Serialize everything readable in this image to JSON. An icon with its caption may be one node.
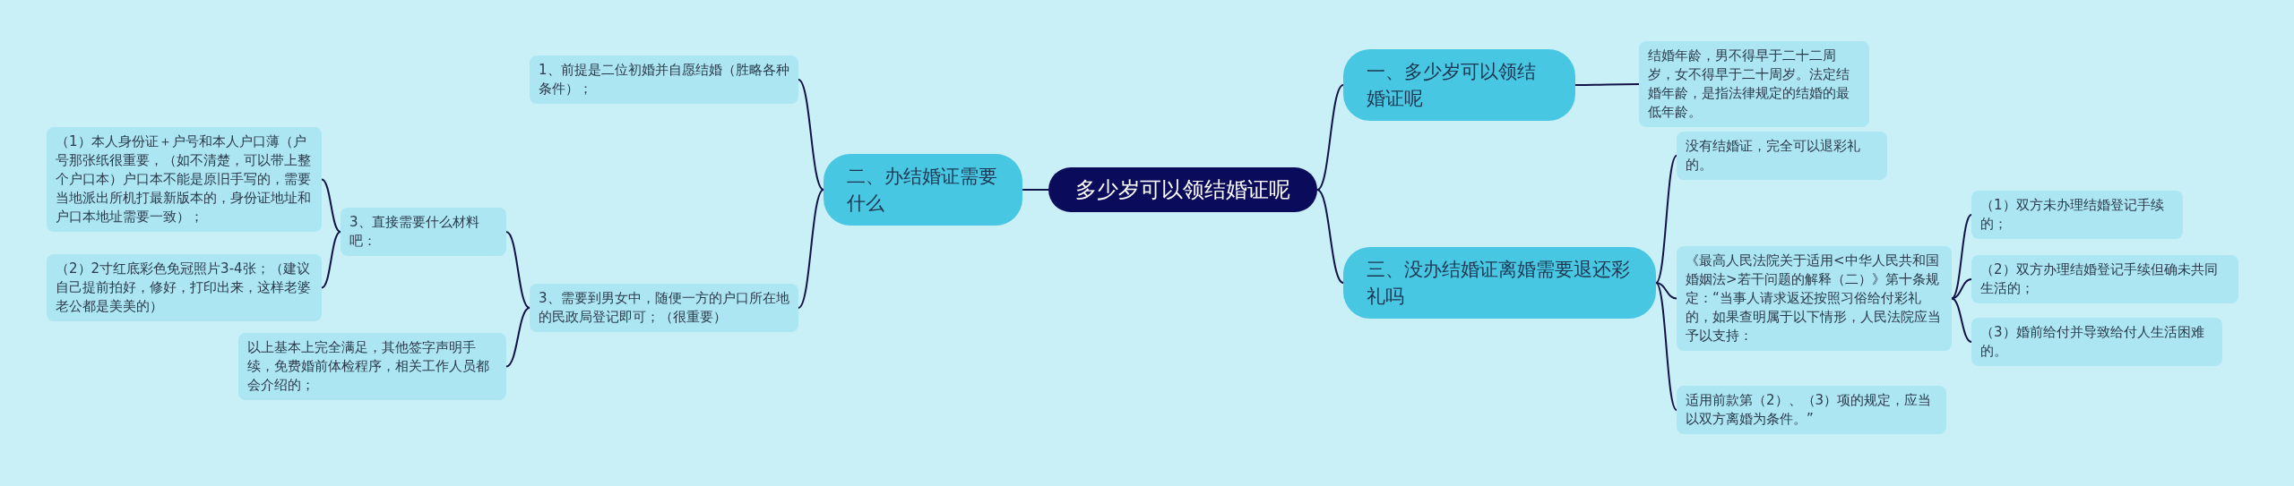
{
  "diagram": {
    "nodes": [
      {
        "text": [
          "多少岁可以领结婚证呢"
        ]
      },
      {
        "text": [
          "二、办结婚证需要什么"
        ]
      },
      {
        "text": [
          "1、前提是二位初婚并自愿结婚（胜略各种条件）；"
        ]
      },
      {
        "text": [
          "3、需要到男女中，随便一方的户口所在地的民政局登记即可；（很重要）"
        ]
      },
      {
        "text": [
          "3、直接需要什么材料吧："
        ]
      },
      {
        "text": [
          "（1）本人身份证＋户号和本人户口薄（户号那张纸很重要，（如不清楚，可以带上整个户口本）户口本不能是原旧手写的，需要当地派出所机打最新版本的，身份证地址和户口本地址需要一致）；"
        ]
      },
      {
        "text": [
          "（2）2寸红底彩色免冠照片3-4张；（建议自己提前拍好，修好，打印出来，这样老婆老公都是美美的）"
        ]
      },
      {
        "text": [
          "以上基本上完全满足，其他签字声明手续，免费婚前体检程序，相关工作人员都会介绍的；"
        ]
      },
      {
        "text": [
          "一、多少岁可以领结婚证呢"
        ]
      },
      {
        "text": [
          "结婚年龄，男不得早于二十二周岁，女不得早于二十周岁。法定结婚年龄，是指法律规定的结婚的最低年龄。"
        ]
      },
      {
        "text": [
          "三、没办结婚证离婚需要退还彩礼吗"
        ]
      },
      {
        "text": [
          "没有结婚证，完全可以退彩礼的。"
        ]
      },
      {
        "text": [
          "《最高人民法院关于适用<中华人民共和国婚姻法>若干问题的解释（二）》第十条规定：“当事人请求返还按照习俗给付彩礼的，如果查明属于以下情形，人民法院应当予以支持："
        ]
      },
      {
        "text": [
          "（1）双方未办理结婚登记手续的；"
        ]
      },
      {
        "text": [
          "（2）双方办理结婚登记手续但确未共同生活的；"
        ]
      },
      {
        "text": [
          "（3）婚前给付并导致给付人生活困难的。"
        ]
      },
      {
        "text": [
          "适用前款第（2）、（3）项的规定，应当以双方离婚为条件。”"
        ]
      }
    ],
    "edges": [
      {
        "from": 0,
        "to": 1,
        "arrow": "none"
      },
      {
        "from": 1,
        "to": 2,
        "arrow": "none"
      },
      {
        "from": 1,
        "to": 3,
        "arrow": "none"
      },
      {
        "from": 3,
        "to": 4,
        "arrow": "none"
      },
      {
        "from": 4,
        "to": 5,
        "arrow": "none"
      },
      {
        "from": 4,
        "to": 6,
        "arrow": "none"
      },
      {
        "from": 3,
        "to": 7,
        "arrow": "none"
      },
      {
        "from": 0,
        "to": 8,
        "arrow": "none"
      },
      {
        "from": 8,
        "to": 9,
        "arrow": "none"
      },
      {
        "from": 0,
        "to": 10,
        "arrow": "none"
      },
      {
        "from": 10,
        "to": 11,
        "arrow": "none"
      },
      {
        "from": 10,
        "to": 12,
        "arrow": "none"
      },
      {
        "from": 12,
        "to": 13,
        "arrow": "none"
      },
      {
        "from": 12,
        "to": 14,
        "arrow": "none"
      },
      {
        "from": 12,
        "to": 15,
        "arrow": "none"
      },
      {
        "from": 10,
        "to": 16,
        "arrow": "none"
      }
    ]
  }
}
